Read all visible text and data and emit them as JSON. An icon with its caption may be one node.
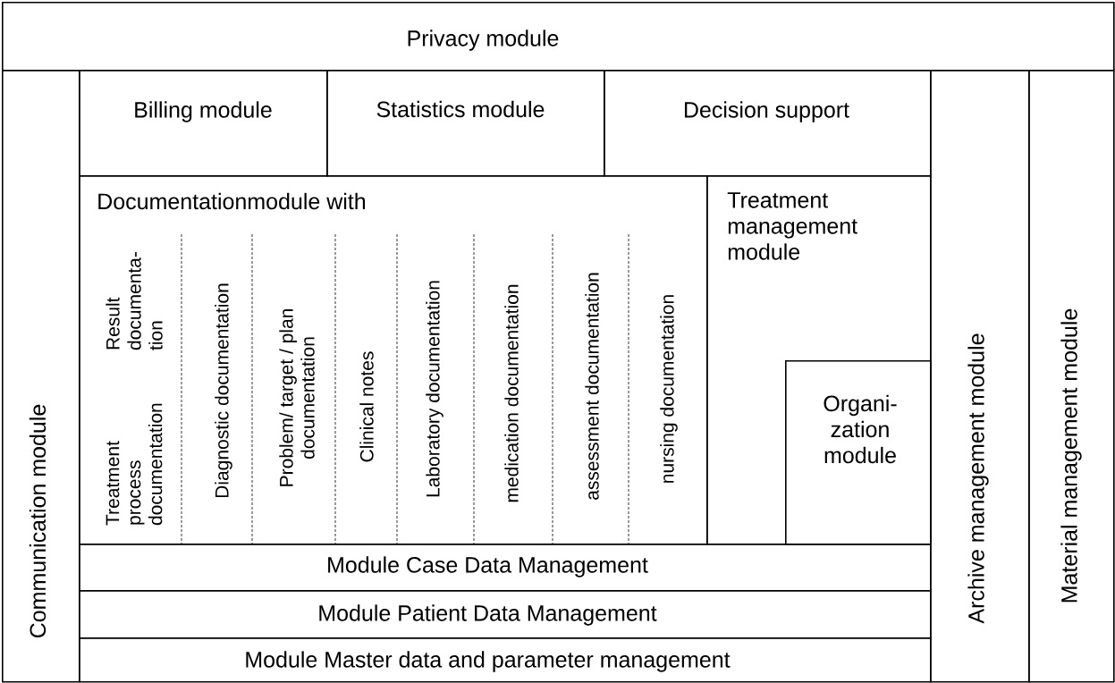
{
  "diagram": {
    "nodes": [
      {
        "text": [
          "Privacy module"
        ]
      },
      {
        "text": [
          "Communication module"
        ]
      },
      {
        "text": [
          "Billing module"
        ]
      },
      {
        "text": [
          "Statistics module"
        ]
      },
      {
        "text": [
          "Decision support"
        ]
      },
      {
        "text": [
          "Documentationmodule with",
          "Treatment process documentation",
          "Result documenta- tion",
          "Diagnostic documentation",
          "Problem/ target / plan documentation",
          "Clinical notes",
          "Laboratory documentation",
          "medication documentation",
          "assessment documentation",
          "nursing documentation"
        ]
      },
      {
        "text": [
          "Treatment management module"
        ]
      },
      {
        "text": [
          "Organi- zation module"
        ],
        "in": 6
      },
      {
        "text": [
          "Module Case Data Management"
        ]
      },
      {
        "text": [
          "Module Patient Data Management"
        ]
      },
      {
        "text": [
          "Module Master data and parameter management"
        ]
      },
      {
        "text": [
          "Archive management  module"
        ]
      },
      {
        "text": [
          "Material management  module"
        ]
      }
    ]
  }
}
